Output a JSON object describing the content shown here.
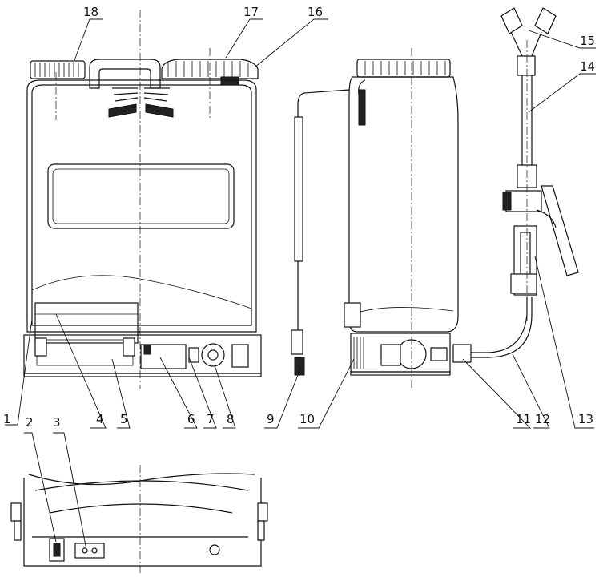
{
  "diagram": {
    "part_numbers": [
      "1",
      "2",
      "3",
      "4",
      "5",
      "6",
      "7",
      "8",
      "9",
      "10",
      "11",
      "12",
      "13",
      "14",
      "15",
      "16",
      "17",
      "18"
    ]
  }
}
